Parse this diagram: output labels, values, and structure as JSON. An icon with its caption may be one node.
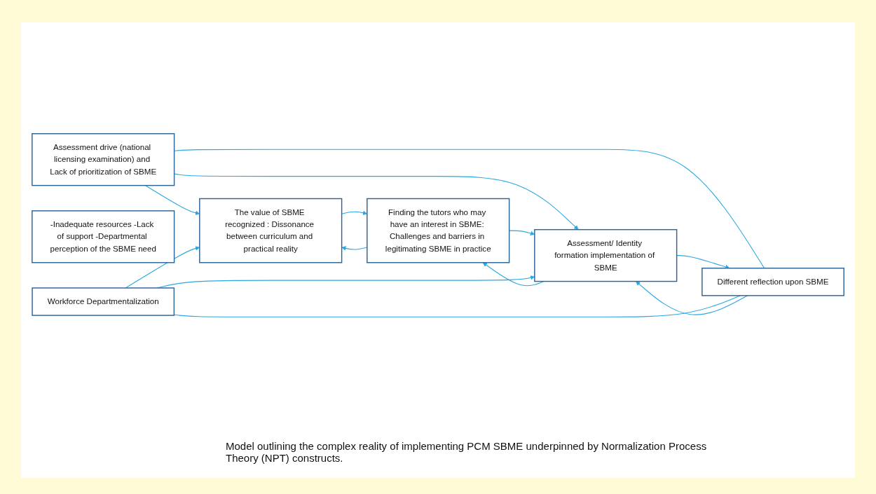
{
  "diagram": {
    "caption": "Model outlining the complex reality of implementing PCM SBME underpinned by Normalization Process Theory (NPT) constructs.",
    "nodes": [
      {
        "text": [
          "Assessment drive (national licensing examination) and Lack of prioritization of SBME"
        ]
      },
      {
        "text": [
          "The value of SBME recognized : Dissonance between curriculum and practical reality"
        ]
      },
      {
        "text": [
          "Finding the tutors who may have an interest in SBME: Challenges and barriers in legitimating SBME in practice"
        ]
      },
      {
        "text": [
          "Assessment/ Identity formation implementation of SBME"
        ]
      },
      {
        "text": [
          "Different reflection upon SBME"
        ]
      },
      {
        "text": [
          "-Inadequate resources -Lack of support -Departmental perception of the SBME need"
        ]
      },
      {
        "text": [
          "Workforce Departmentalization"
        ]
      }
    ],
    "edges": [
      {
        "from": 0,
        "to": 1,
        "arrow": "to"
      },
      {
        "from": 0,
        "to": 3,
        "arrow": "to"
      },
      {
        "from": 0,
        "to": 4,
        "arrow": "none"
      },
      {
        "from": 2,
        "to": 1,
        "arrow": "to"
      },
      {
        "from": 1,
        "to": 2,
        "arrow": "to"
      },
      {
        "from": 3,
        "to": 2,
        "arrow": "to"
      },
      {
        "from": 2,
        "to": 3,
        "arrow": "to"
      },
      {
        "from": 4,
        "to": 3,
        "arrow": "to"
      },
      {
        "from": 3,
        "to": 4,
        "arrow": "to"
      },
      {
        "from": 6,
        "to": 3,
        "arrow": "to"
      },
      {
        "from": 6,
        "to": 1,
        "arrow": "to"
      },
      {
        "from": 6,
        "to": 4,
        "arrow": "none"
      }
    ]
  }
}
